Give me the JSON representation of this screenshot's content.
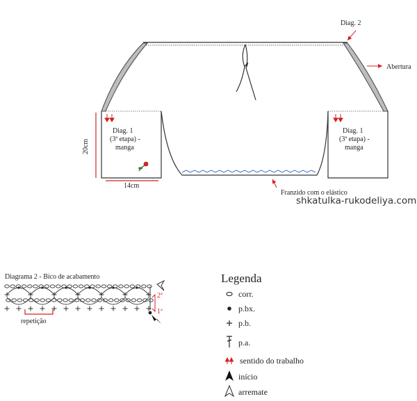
{
  "pattern": {
    "label_diag2": "Diag. 2",
    "label_abertura": "Abertura",
    "sleeve_left": {
      "line1": "Diag. 1",
      "line2": "(3ª etapa) -",
      "line3": "manga"
    },
    "sleeve_right": {
      "line1": "Diag. 1",
      "line2": "(3ª etapa) -",
      "line3": "manga"
    },
    "height_label": "20cm",
    "width_label": "14cm",
    "gather_label": "Franzido com o elástico",
    "watermark": "shkatulka-rukodeliya.com"
  },
  "diagram2": {
    "title": "Diagrama 2 - Bico de acabamento",
    "repeat_label": "repetição",
    "row2": "2ª",
    "row1": "1ª"
  },
  "legend": {
    "title": "Legenda",
    "items": [
      {
        "icon": "chain-oval-icon",
        "label": "corr."
      },
      {
        "icon": "dot-icon",
        "label": "p.bx."
      },
      {
        "icon": "plus-icon",
        "label": "p.b."
      },
      {
        "icon": "double-crochet-icon",
        "label": "p.a."
      },
      {
        "icon": "red-arrows-icon",
        "label": "sentido do trabalho"
      },
      {
        "icon": "filled-arrow-icon",
        "label": "início"
      },
      {
        "icon": "outline-arrow-icon",
        "label": "arremate"
      }
    ]
  },
  "colors": {
    "accent_red": "#d42020",
    "line": "#333333",
    "band_gray": "#bdbdbd",
    "zigzag_blue": "#3a6fd0"
  }
}
